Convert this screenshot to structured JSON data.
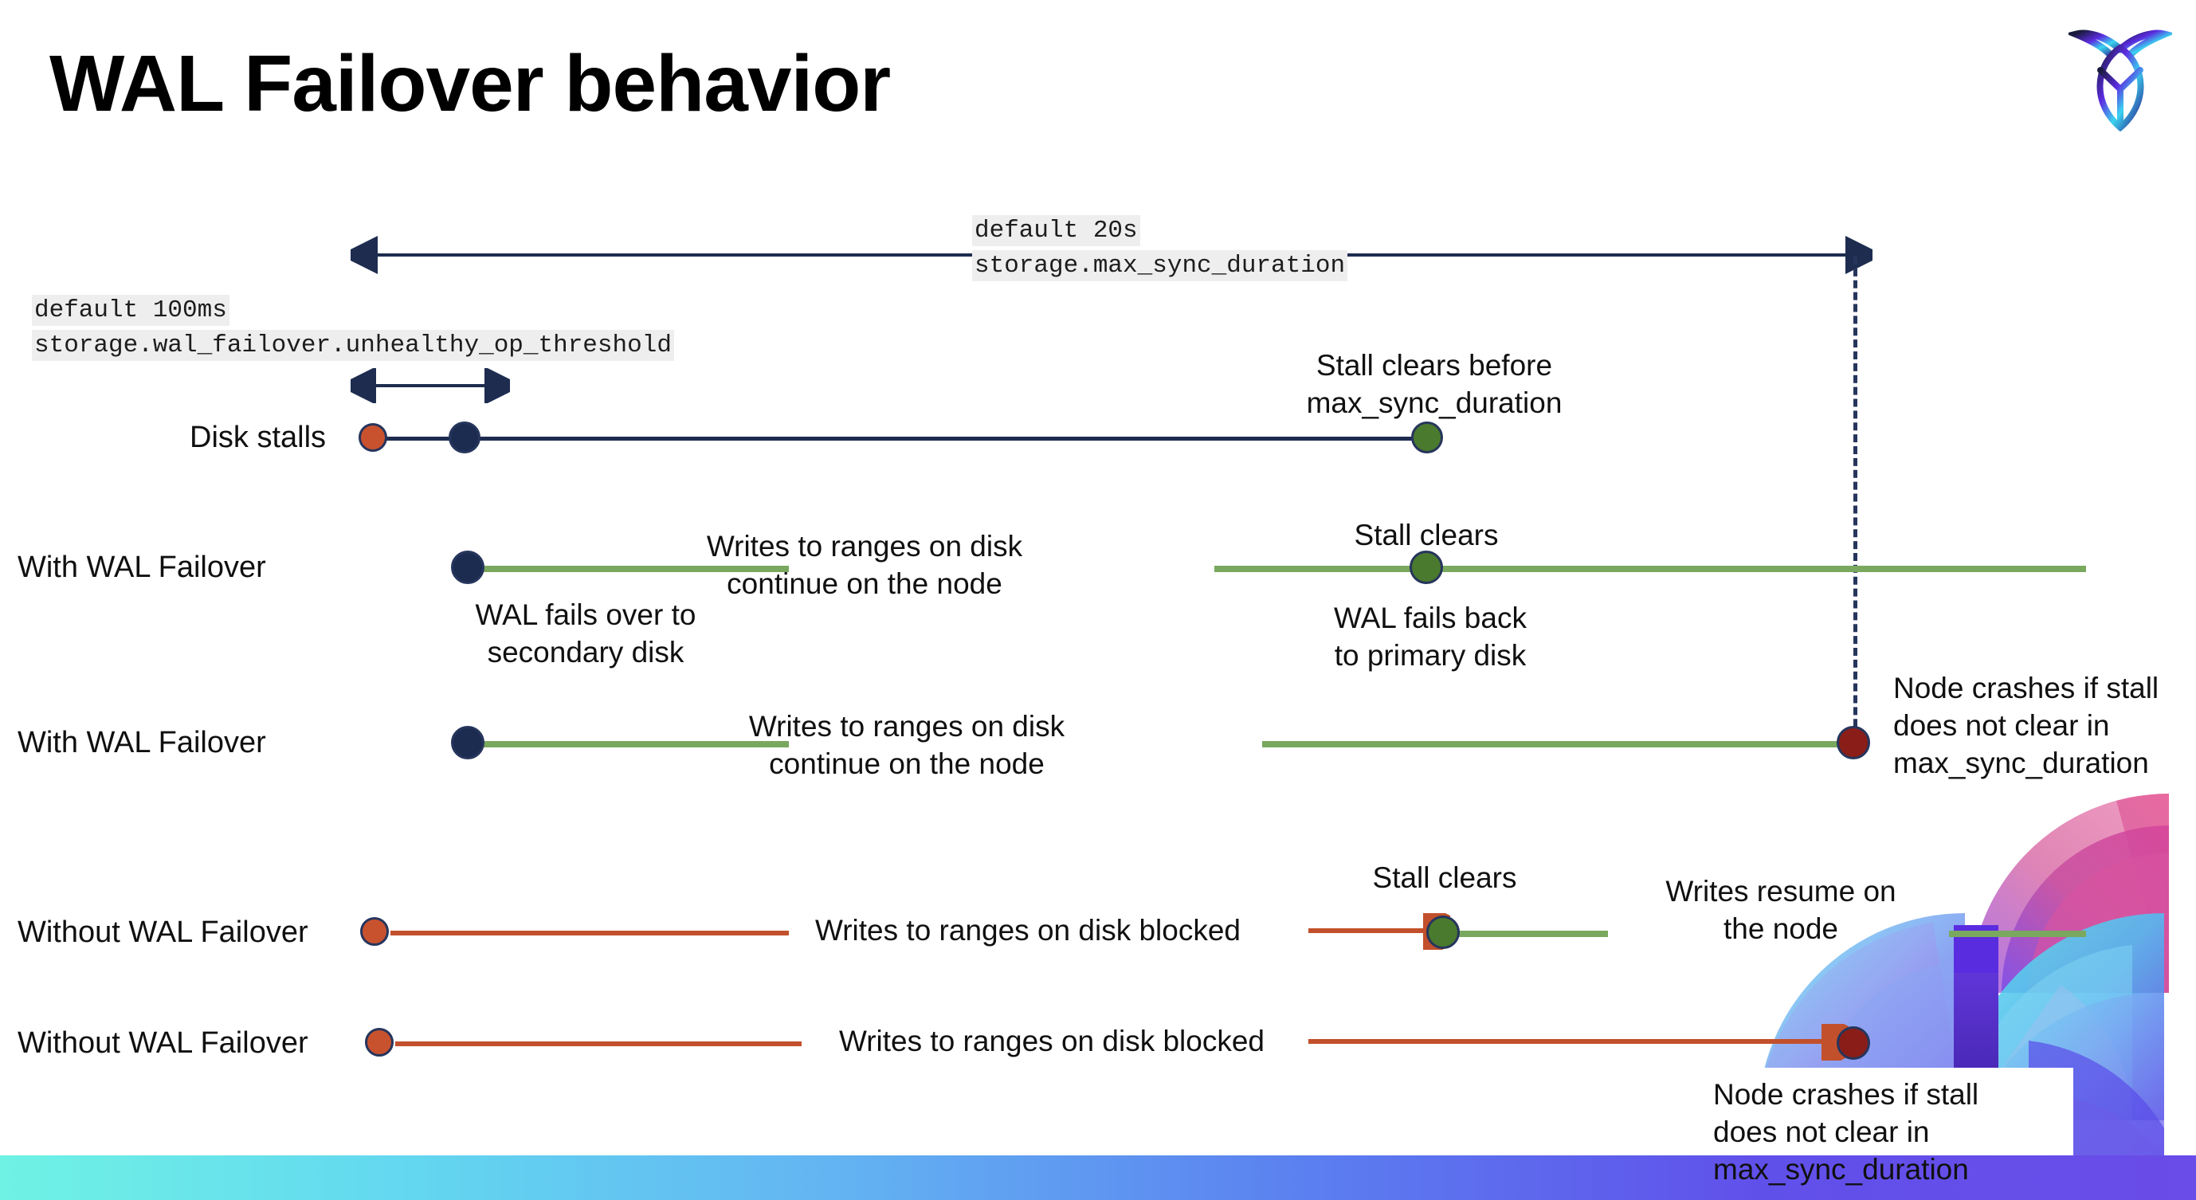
{
  "slide": {
    "title": "WAL Failover behavior",
    "logo_name": "cockroachdb-logo"
  },
  "settings": {
    "max_sync_duration": {
      "default_text": "default 20s",
      "setting_name": "storage.max_sync_duration"
    },
    "unhealthy_op_threshold": {
      "default_text": "default 100ms",
      "setting_name": "storage.wal_failover.unhealthy_op_threshold"
    }
  },
  "rows": [
    {
      "label": "Disk stalls",
      "annotations": [
        "Stall clears before",
        "max_sync_duration"
      ]
    },
    {
      "label": "With WAL Failover",
      "annotations": [
        "Writes to ranges on disk",
        "continue on the node",
        "WAL fails over to",
        "secondary disk",
        "Stall clears",
        "WAL fails  back",
        "to primary disk"
      ]
    },
    {
      "label": "With WAL Failover",
      "annotations": [
        "Writes to ranges on disk",
        "continue on the node",
        "Node crashes if stall",
        "does not clear in",
        "max_sync_duration"
      ]
    },
    {
      "label": "Without WAL Failover",
      "annotations": [
        "Writes to ranges on disk  blocked",
        "Stall clears",
        "Writes resume on",
        "the node"
      ]
    },
    {
      "label": "Without WAL Failover",
      "annotations": [
        "Writes to ranges on disk  blocked",
        "Node crashes if stall",
        "does not clear in",
        "max_sync_duration"
      ]
    }
  ],
  "annotations": {
    "stall_clears_before_l1": "Stall clears before",
    "stall_clears_before_l2": "max_sync_duration",
    "writes_continue_l1": "Writes to ranges on disk",
    "writes_continue_l2": "continue on the node",
    "wal_fails_over_l1": "WAL fails over to",
    "wal_fails_over_l2": "secondary disk",
    "stall_clears_r2": "Stall clears",
    "wal_fails_back_l1": "WAL fails  back",
    "wal_fails_back_l2": "to primary disk",
    "writes_continue_r3_l1": "Writes to ranges on disk",
    "writes_continue_r3_l2": "continue on the node",
    "node_crashes_r3_l1": "Node crashes if stall",
    "node_crashes_r3_l2": "does not clear in",
    "node_crashes_r3_l3": "max_sync_duration",
    "writes_blocked_r4": "Writes to ranges on disk  blocked",
    "stall_clears_r4": "Stall clears",
    "writes_resume_l1": "Writes resume on",
    "writes_resume_l2": "the node",
    "writes_blocked_r5": "Writes to ranges on disk  blocked",
    "node_crashes_r5_l1": "Node crashes if stall",
    "node_crashes_r5_l2": "does not clear in",
    "node_crashes_r5_l3": "max_sync_duration"
  },
  "colors": {
    "navy": "#1e2c50",
    "green_line": "#79a85e",
    "green_dot": "#4a7a2e",
    "orange": "#c9522e",
    "red_line": "#c2502c",
    "dark_red": "#8a1d18",
    "chip_bg": "#eeeeee",
    "bar_start": "#6ff2e4",
    "bar_end": "#6a4ce8"
  }
}
